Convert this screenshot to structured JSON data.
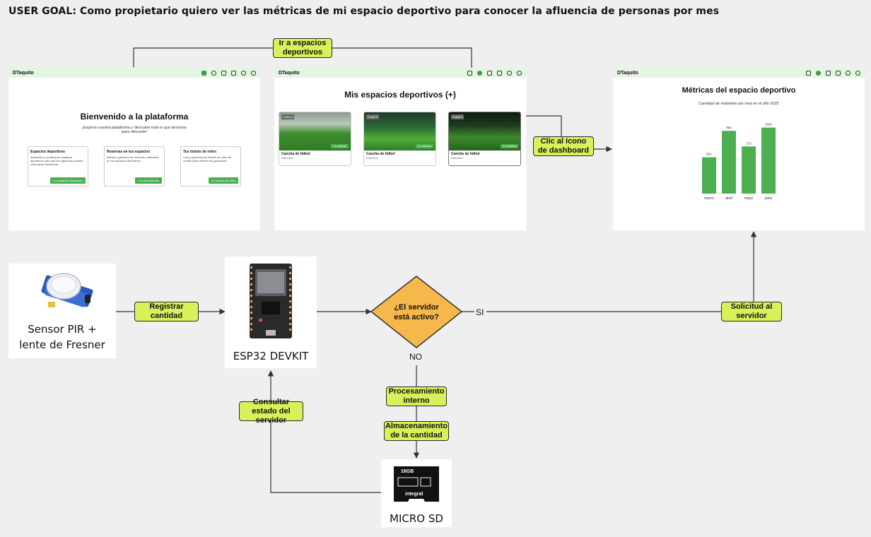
{
  "goal": "USER GOAL: Como propietario quiero ver las métricas de mi espacio deportivo para conocer la afluencia de personas por mes",
  "colors": {
    "tag_bg": "#d9f05a",
    "brand_green": "#4caf50",
    "nav_bg": "#e4f5e2",
    "diamond": "#f7b84b",
    "bar": "#4caf50"
  },
  "screens": {
    "home": {
      "brand": "DTaquito",
      "title": "Bienvenido a la plataforma",
      "subtitle": "¡Explora nuestra plataforma y descubre todo lo que tenemos para ofrecerte!",
      "cards": [
        {
          "title": "Espacios deportivos",
          "desc": "Administra y publica tus espacios deportivos para que los jugadores puedan reservarlos fácilmente.",
          "button": "Ir a espacios deportivos"
        },
        {
          "title": "Reservas en tus espacios",
          "desc": "Revisa y gestiona las reservas realizadas en tus espacios deportivos.",
          "button": "Ir a mis reservas"
        },
        {
          "title": "Tus tickets de retiro",
          "desc": "Crea y gestiona los tickets de retiro de crédito para obtener tus ganancias.",
          "button": "Ir a tickets de retiro"
        }
      ]
    },
    "spaces": {
      "brand": "DTaquito",
      "title": "Mis espacios deportivos (+)",
      "cards": [
        {
          "badge": "Futbol 5",
          "name": "Cancha de fútbol",
          "dir": "Dirección",
          "button": "Ir a métricas"
        },
        {
          "badge": "Futbol 5",
          "name": "Cancha de fútbol",
          "dir": "Dirección",
          "button": "Ir a métricas"
        },
        {
          "badge": "Futbol 5",
          "name": "Cancha de fútbol",
          "dir": "Dirección",
          "button": "Ir a métricas"
        }
      ]
    },
    "metrics": {
      "brand": "DTaquito",
      "title": "Métricas del espacio deportivo",
      "subtitle": "Cantidad de visitantes por mes en el año 2025"
    }
  },
  "chart_data": {
    "type": "bar",
    "categories": [
      "marzo",
      "abril",
      "mayo",
      "junio"
    ],
    "values": [
      551,
      952,
      715,
      1001
    ],
    "ylim": [
      0,
      1050
    ],
    "title": "Métricas del espacio deportivo",
    "subtitle": "Cantidad de visitantes por mes en el año 2025"
  },
  "tags": {
    "ir_espacios": "Ir a espacios deportivos",
    "clic_icono": "Clic al ícono de dashboard",
    "registrar": "Registrar cantidad",
    "solicitud": "Solicitud al servidor",
    "procesamiento": "Procesamiento interno",
    "almacenamiento": "Almacenamiento de la cantidad",
    "consultar": "Consultar estado del servidor"
  },
  "decision": {
    "question": "¿El servidor está activo?",
    "yes": "SI",
    "no": "NO"
  },
  "devices": {
    "sensor": "Sensor PIR + lente de Fresner",
    "esp32": "ESP32 DEVKIT",
    "sd": "MICRO SD",
    "sd_capacity": "16GB",
    "sd_brand": "integral"
  }
}
